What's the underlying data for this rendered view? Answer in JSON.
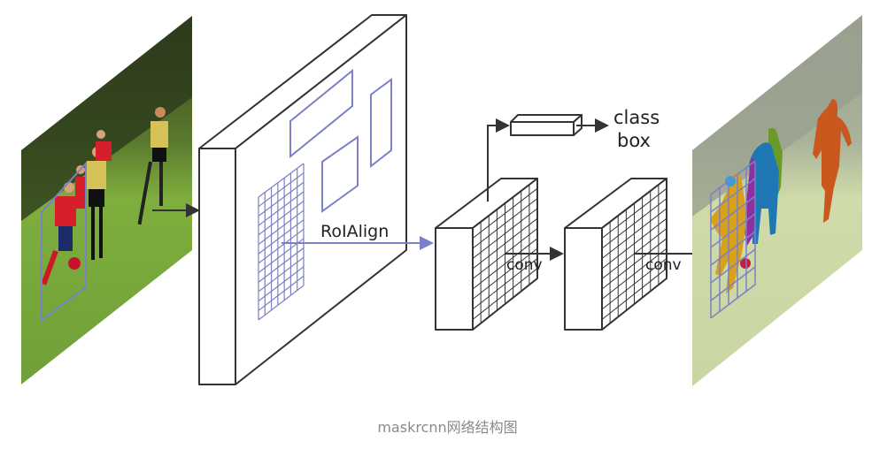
{
  "diagram": {
    "labels": {
      "roialign": "RoIAlign",
      "class": "class",
      "box": "box",
      "conv1": "conv",
      "conv2": "conv"
    },
    "colors": {
      "outline": "#333333",
      "roi": "#7b80c8",
      "mask_orange": "#c8581e",
      "mask_blue": "#1f77b4",
      "mask_green": "#6a9a2a",
      "mask_purple": "#8e2fa0",
      "mask_yellow": "#d9a01a",
      "mask_cyan": "#3a9fd8",
      "mask_red": "#c0203a"
    }
  },
  "caption": "maskrcnn网络结构图"
}
